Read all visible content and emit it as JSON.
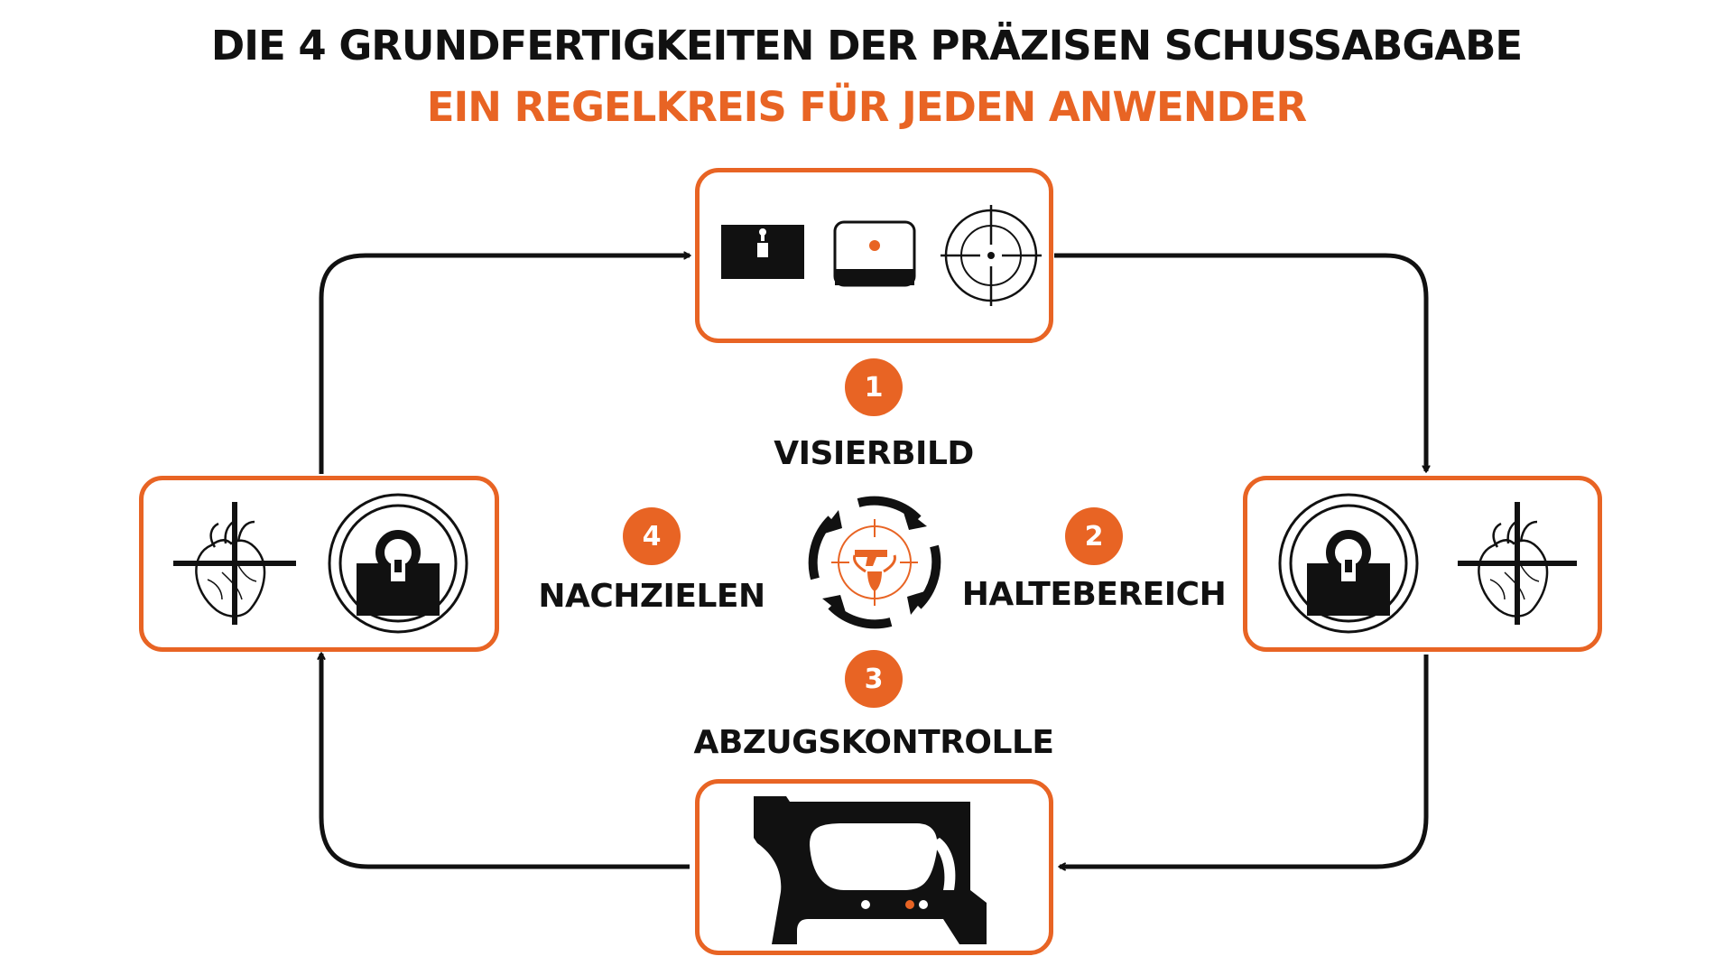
{
  "header": {
    "title": "DIE 4 GRUNDFERTIGKEITEN DER PRÄZISEN SCHUSSABGABE",
    "subtitle": "EIN REGELKREIS FÜR JEDEN ANWENDER"
  },
  "steps": [
    {
      "number": "1",
      "label": "VISIERBILD"
    },
    {
      "number": "2",
      "label": "HALTEBEREICH"
    },
    {
      "number": "3",
      "label": "ABZUGSKONTROLLE"
    },
    {
      "number": "4",
      "label": "NACHZIELEN"
    }
  ],
  "icons": {
    "panel_visierbild": [
      "open-sight-icon",
      "red-dot-sight-icon",
      "scope-crosshair-icon"
    ],
    "panel_haltebereich": [
      "target-with-sight-icon",
      "heart-crosshair-icon"
    ],
    "panel_abzugskontrolle": [
      "trigger-finger-icon"
    ],
    "panel_nachzielen": [
      "heart-crosshair-icon",
      "target-with-sight-icon"
    ],
    "center": "cycle-logo-icon"
  },
  "colors": {
    "accent": "#e86424",
    "text": "#111111",
    "line": "#111111",
    "background": "#ffffff"
  }
}
